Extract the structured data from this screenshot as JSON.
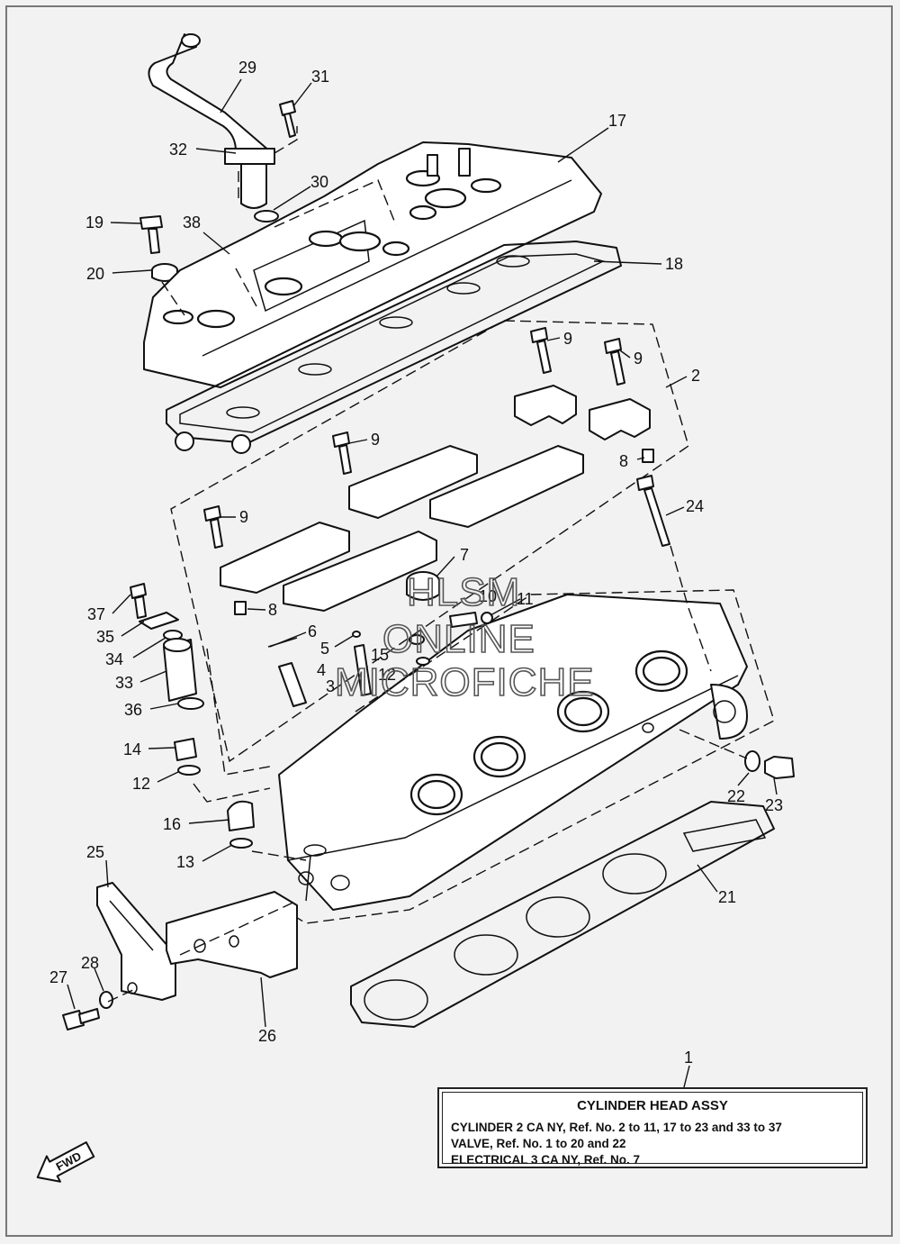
{
  "diagram": {
    "callouts": {
      "c1": "1",
      "c2": "2",
      "c3": "3",
      "c4": "4",
      "c5": "5",
      "c6": "6",
      "c7": "7",
      "c8a": "8",
      "c8b": "8",
      "c9a": "9",
      "c9b": "9",
      "c9c": "9",
      "c9d": "9",
      "c10": "10",
      "c11": "11",
      "c12a": "12",
      "c12b": "12",
      "c13": "13",
      "c14": "14",
      "c15": "15",
      "c16": "16",
      "c17": "17",
      "c18": "18",
      "c19": "19",
      "c20": "20",
      "c21": "21",
      "c22": "22",
      "c23": "23",
      "c24": "24",
      "c25": "25",
      "c26": "26",
      "c27": "27",
      "c28": "28",
      "c29": "29",
      "c30": "30",
      "c31": "31",
      "c32": "32",
      "c33": "33",
      "c34": "34",
      "c35": "35",
      "c36": "36",
      "c37": "37",
      "c38": "38"
    },
    "fwd_label": "FWD",
    "watermark": [
      "HLSM",
      "ONLINE",
      "MICROFICHE"
    ]
  },
  "legend": {
    "title": "CYLINDER HEAD ASSY",
    "lines": [
      "CYLINDER 2 CA NY, Ref. No. 2 to 11, 17 to 23 and 33 to 37",
      "VALVE, Ref. No. 1 to 20 and 22",
      "ELECTRICAL 3 CA NY, Ref. No. 7"
    ]
  }
}
